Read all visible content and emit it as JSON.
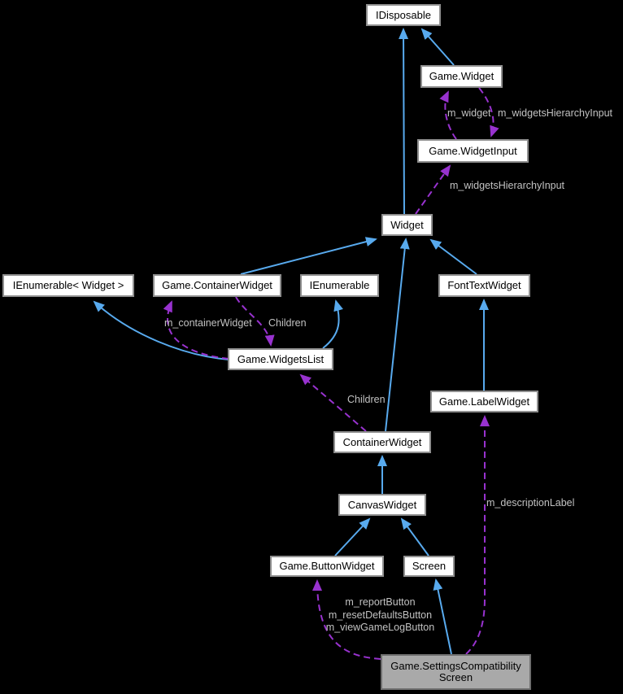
{
  "diagram": {
    "type": "class-collaboration-graph",
    "colors": {
      "background": "#000000",
      "inherit": "#58aaee",
      "usage": "#9832cf",
      "node_fill": "#ffffff",
      "node_border": "#8f8f8f",
      "node_text": "#000000",
      "selected_fill": "#a9a9a9",
      "selected_border": "#6e6e6e",
      "edge_label": "#c2c2c2"
    },
    "nodes": {
      "idisposable": {
        "label": "IDisposable"
      },
      "game_widget": {
        "label": "Game.Widget"
      },
      "game_widget_input": {
        "label": "Game.WidgetInput"
      },
      "widget": {
        "label": "Widget"
      },
      "ienumerable_widget": {
        "label": "IEnumerable< Widget >"
      },
      "game_container_widget": {
        "label": "Game.ContainerWidget"
      },
      "ienumerable": {
        "label": "IEnumerable"
      },
      "font_text_widget": {
        "label": "FontTextWidget"
      },
      "game_widgets_list": {
        "label": "Game.WidgetsList"
      },
      "game_label_widget": {
        "label": "Game.LabelWidget"
      },
      "container_widget": {
        "label": "ContainerWidget"
      },
      "canvas_widget": {
        "label": "CanvasWidget"
      },
      "game_button_widget": {
        "label": "Game.ButtonWidget"
      },
      "screen": {
        "label": "Screen"
      },
      "settings_compatibility_screen": {
        "label": "Game.SettingsCompatibility Screen"
      }
    },
    "edge_labels": {
      "m_widget": "m_widget",
      "m_widgets_hierarchy_input_top": "m_widgetsHierarchyInput",
      "m_widgets_hierarchy_input_mid": "m_widgetsHierarchyInput",
      "m_container_widget": "m_containerWidget",
      "children_top": "Children",
      "children_mid": "Children",
      "m_description_label": "m_descriptionLabel",
      "buttons_line1": "m_reportButton",
      "buttons_line2": "m_resetDefaultsButton",
      "buttons_line3": "m_viewGameLogButton"
    }
  }
}
